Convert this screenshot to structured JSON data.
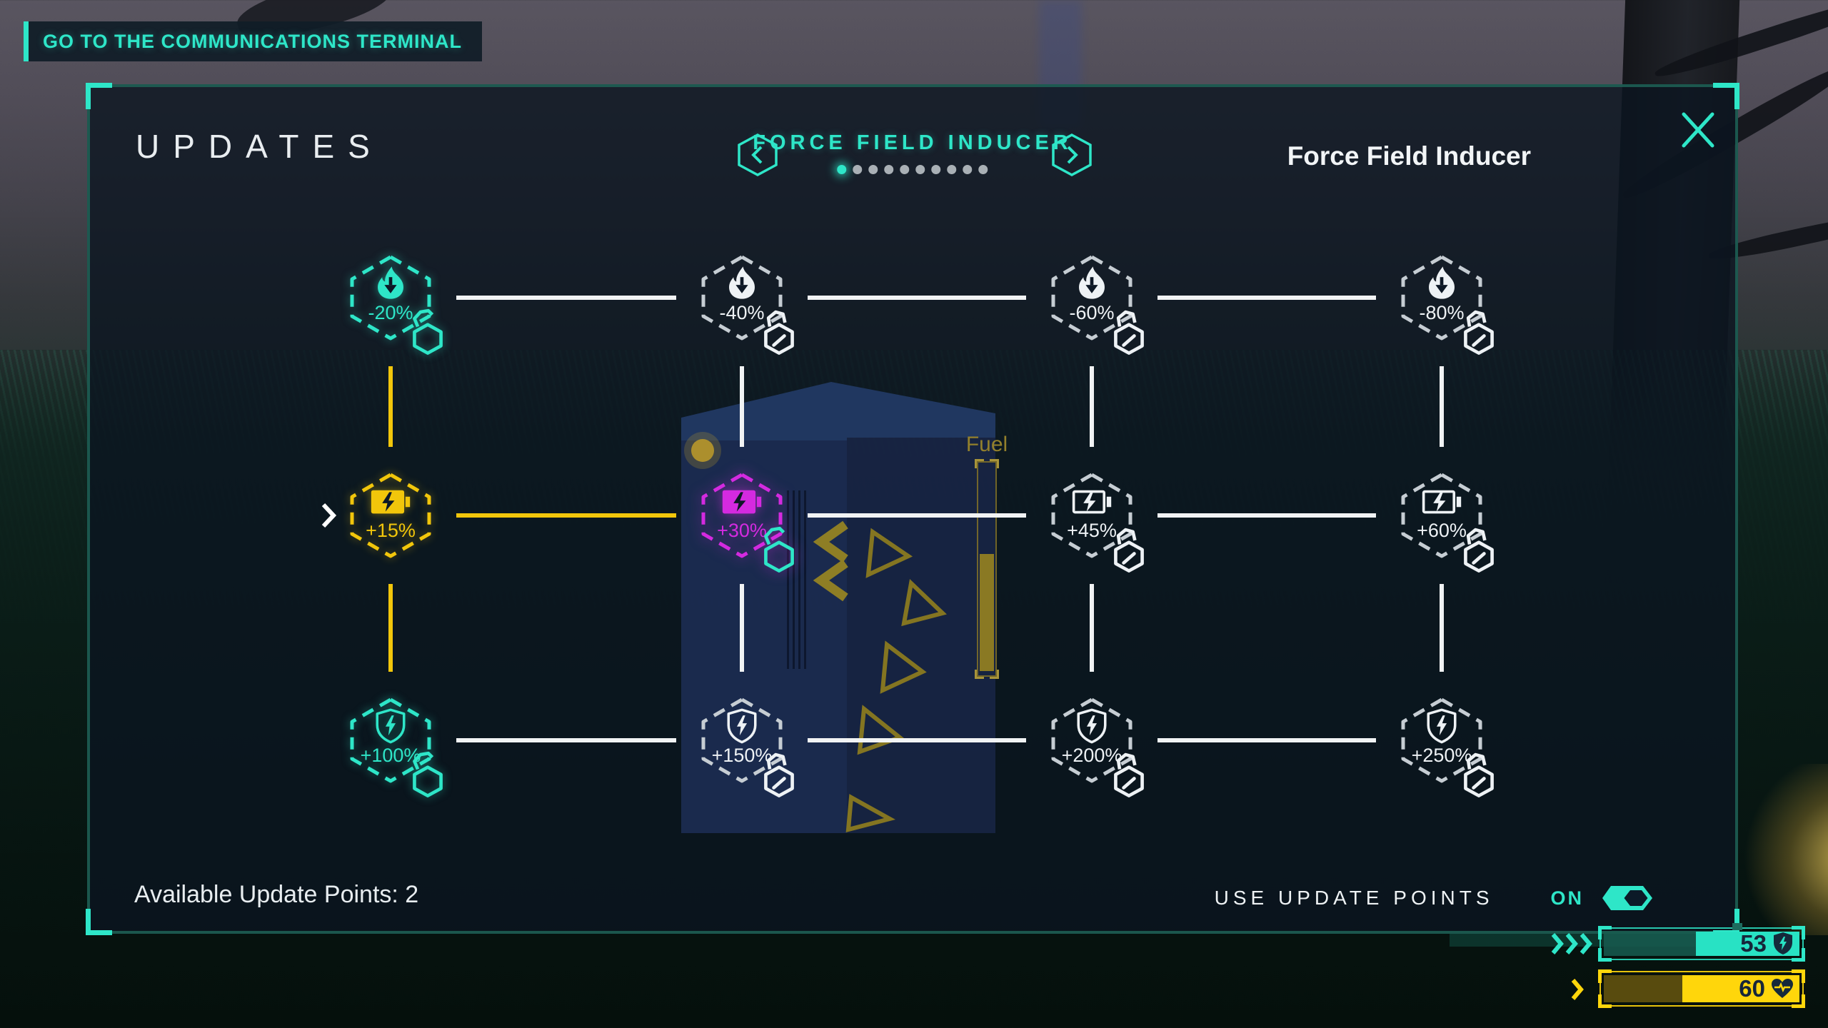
{
  "objective_banner": {
    "label": "GO TO THE COMMUNICATIONS TERMINAL"
  },
  "panel": {
    "title": "UPDATES",
    "item_title": "Force Field Inducer",
    "close_icon": "close",
    "carousel": {
      "label": "FORCE FIELD INDUCER",
      "pages": 10,
      "active_index": 0,
      "prev_icon": "chevron-left",
      "next_icon": "chevron-right"
    },
    "footer": {
      "available_points_label": "Available Update Points: 2",
      "use_points_label": "USE UPDATE POINTS",
      "toggle_state": "ON",
      "toggle_on": true
    }
  },
  "upgrade_grid": {
    "rows": 3,
    "columns": 4,
    "nodes": [
      {
        "id": "fuel-1",
        "row": 0,
        "col": 0,
        "label": "-20%",
        "icon": "flame-down",
        "color": "teal",
        "badge": "unlocked",
        "selected": false
      },
      {
        "id": "fuel-2",
        "row": 0,
        "col": 1,
        "label": "-40%",
        "icon": "flame-down",
        "color": "white",
        "badge": "locked",
        "selected": false
      },
      {
        "id": "fuel-3",
        "row": 0,
        "col": 2,
        "label": "-60%",
        "icon": "flame-down",
        "color": "white",
        "badge": "locked",
        "selected": false
      },
      {
        "id": "fuel-4",
        "row": 0,
        "col": 3,
        "label": "-80%",
        "icon": "flame-down",
        "color": "white",
        "badge": "locked",
        "selected": false
      },
      {
        "id": "power-1",
        "row": 1,
        "col": 0,
        "label": "+15%",
        "icon": "battery-bolt",
        "color": "yellow",
        "badge": "none",
        "selected": true
      },
      {
        "id": "power-2",
        "row": 1,
        "col": 1,
        "label": "+30%",
        "icon": "battery-bolt",
        "color": "magenta",
        "badge": "unlocked",
        "selected": false
      },
      {
        "id": "power-3",
        "row": 1,
        "col": 2,
        "label": "+45%",
        "icon": "battery-bolt",
        "color": "white",
        "badge": "locked",
        "selected": false
      },
      {
        "id": "power-4",
        "row": 1,
        "col": 3,
        "label": "+60%",
        "icon": "battery-bolt",
        "color": "white",
        "badge": "locked",
        "selected": false
      },
      {
        "id": "shield-1",
        "row": 2,
        "col": 0,
        "label": "+100%",
        "icon": "shield-bolt",
        "color": "teal",
        "badge": "unlocked",
        "selected": false
      },
      {
        "id": "shield-2",
        "row": 2,
        "col": 1,
        "label": "+150%",
        "icon": "shield-bolt",
        "color": "white",
        "badge": "locked",
        "selected": false
      },
      {
        "id": "shield-3",
        "row": 2,
        "col": 2,
        "label": "+200%",
        "icon": "shield-bolt",
        "color": "white",
        "badge": "locked",
        "selected": false
      },
      {
        "id": "shield-4",
        "row": 2,
        "col": 3,
        "label": "+250%",
        "icon": "shield-bolt",
        "color": "white",
        "badge": "locked",
        "selected": false
      }
    ],
    "connections": [
      {
        "from": "fuel-1",
        "to": "fuel-2",
        "color": "white"
      },
      {
        "from": "fuel-2",
        "to": "fuel-3",
        "color": "white"
      },
      {
        "from": "fuel-3",
        "to": "fuel-4",
        "color": "white"
      },
      {
        "from": "power-1",
        "to": "power-2",
        "color": "yellow"
      },
      {
        "from": "power-2",
        "to": "power-3",
        "color": "white"
      },
      {
        "from": "power-3",
        "to": "power-4",
        "color": "white"
      },
      {
        "from": "shield-1",
        "to": "shield-2",
        "color": "white"
      },
      {
        "from": "shield-2",
        "to": "shield-3",
        "color": "white"
      },
      {
        "from": "shield-3",
        "to": "shield-4",
        "color": "white"
      },
      {
        "from": "fuel-1",
        "to": "power-1",
        "color": "yellow"
      },
      {
        "from": "power-1",
        "to": "shield-1",
        "color": "yellow"
      },
      {
        "from": "fuel-2",
        "to": "power-2",
        "color": "white"
      },
      {
        "from": "power-2",
        "to": "shield-2",
        "color": "white"
      },
      {
        "from": "fuel-3",
        "to": "power-3",
        "color": "white"
      },
      {
        "from": "power-3",
        "to": "shield-3",
        "color": "white"
      },
      {
        "from": "fuel-4",
        "to": "power-4",
        "color": "white"
      },
      {
        "from": "power-4",
        "to": "shield-4",
        "color": "white"
      }
    ]
  },
  "world": {
    "fuel_gauge": {
      "label": "Fuel",
      "fill_pct": 55
    }
  },
  "hud": {
    "shield": {
      "value": 53,
      "icon": "shield-bolt-icon",
      "chevrons": 3
    },
    "health": {
      "value": 60,
      "icon": "heart-pulse-icon",
      "chevrons": 1
    }
  },
  "colors": {
    "accent_teal": "#2ee6c8",
    "node_yellow": "#f2c60b",
    "node_magenta": "#d42ae0",
    "hud_yellow": "#ffd60b",
    "panel_border": "#1f6858"
  }
}
